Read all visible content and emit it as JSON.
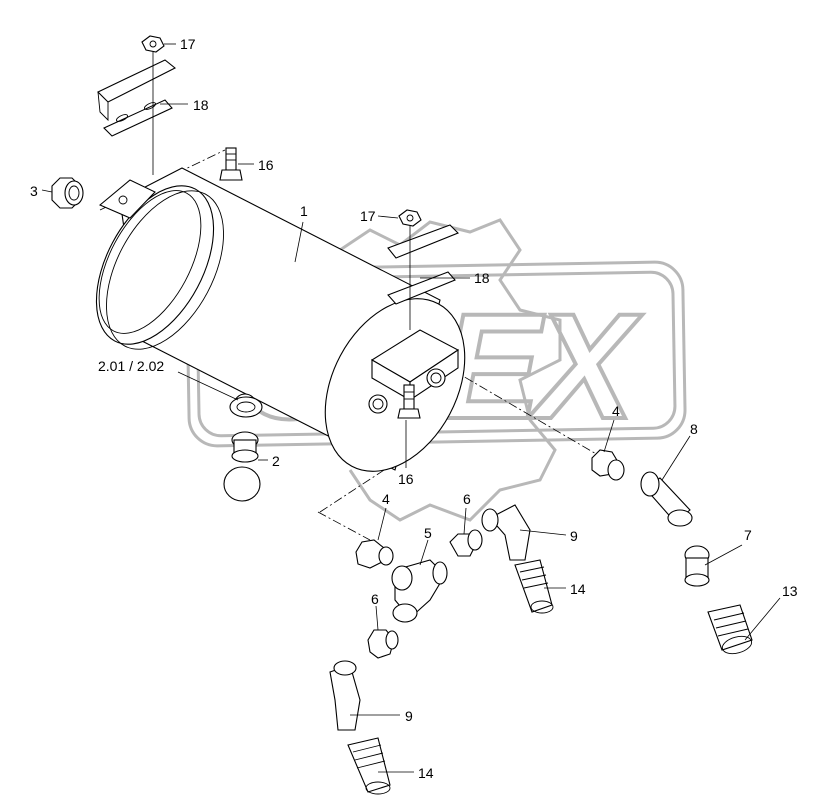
{
  "watermark": {
    "text": "OPEX"
  },
  "callouts": {
    "c1": "1",
    "c2": "2",
    "c2_01": "2.01 / 2.02",
    "c3": "3",
    "c4a": "4",
    "c4b": "4",
    "c5": "5",
    "c6a": "6",
    "c6b": "6",
    "c7": "7",
    "c8": "8",
    "c9a": "9",
    "c9b": "9",
    "c13": "13",
    "c14a": "14",
    "c14b": "14",
    "c16a": "16",
    "c16b": "16",
    "c17a": "17",
    "c17b": "17",
    "c18a": "18",
    "c18b": "18"
  }
}
